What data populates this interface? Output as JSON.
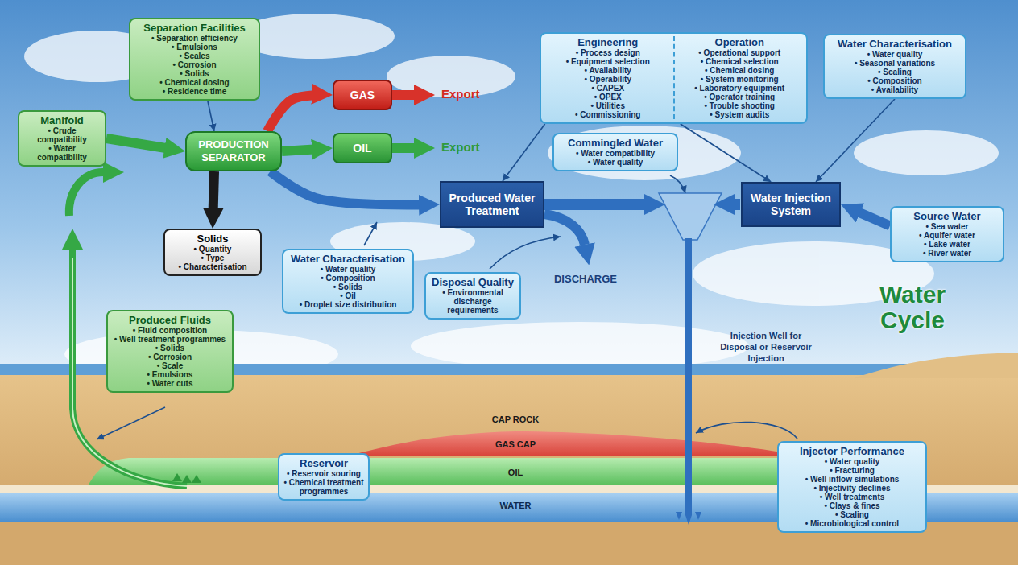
{
  "diagram": {
    "title": "Water Cycle",
    "nodes": [
      {
        "text": [
          "Separation Facilities",
          "• Separation efficiency",
          "• Emulsions",
          "• Scales",
          "• Corrosion",
          "• Solids",
          "• Chemical dosing",
          "• Residence time"
        ]
      },
      {
        "text": [
          "Engineering",
          "• Process design",
          "• Equipment selection",
          "• Availability",
          "• Operability",
          "• CAPEX",
          "• OPEX",
          "• Utilities",
          "• Commissioning",
          "Operation",
          "• Operational support",
          "• Chemical selection",
          "• Chemical dosing",
          "• System monitoring",
          "• Laboratory equipment",
          "• Operator training",
          "• Trouble shooting",
          "• System audits"
        ]
      },
      {
        "text": [
          "Water Characterisation",
          "• Water quality",
          "• Seasonal variations",
          "• Scaling",
          "• Composition",
          "• Availability"
        ]
      },
      {
        "text": [
          "Manifold",
          "• Crude compatibility",
          "• Water compatibility"
        ]
      },
      {
        "text": [
          "PRODUCTION SEPARATOR"
        ]
      },
      {
        "text": [
          "GAS"
        ]
      },
      {
        "text": [
          "OIL"
        ]
      },
      {
        "text": [
          "Commingled Water",
          "• Water compatibility",
          "• Water quality"
        ]
      },
      {
        "text": [
          "Produced Water Treatment"
        ]
      },
      {
        "text": [
          "Water Injection System"
        ]
      },
      {
        "text": [
          "Source Water",
          "• Sea water",
          "• Aquifer water",
          "• Lake water",
          "• River water"
        ]
      },
      {
        "text": [
          "Solids",
          "• Quantity",
          "• Type",
          "• Characterisation"
        ]
      },
      {
        "text": [
          "Water Characterisation",
          "• Water quality",
          "• Composition",
          "• Solids",
          "• Oil",
          "• Droplet size distribution"
        ]
      },
      {
        "text": [
          "Disposal Quality",
          "• Environmental discharge requirements"
        ]
      },
      {
        "text": [
          "Produced Fluids",
          "• Fluid composition",
          "• Well treatment programmes",
          "• Solids",
          "• Corrosion",
          "• Scale",
          "• Emulsions",
          "• Water cuts"
        ]
      },
      {
        "text": [
          "Reservoir",
          "• Reservoir souring",
          "• Chemical treatment programmes"
        ]
      },
      {
        "text": [
          "Injector Performance",
          "• Water quality",
          "• Fracturing",
          "• Well inflow simulations",
          "• Injectivity declines",
          "• Well treatments",
          "• Clays & fines",
          "• Scaling",
          "• Microbiological control"
        ]
      }
    ],
    "edges": [
      {
        "from": 3,
        "to": 4,
        "arrow": "to"
      },
      {
        "from": 0,
        "to": 4,
        "arrow": "to"
      },
      {
        "from": 4,
        "to": 5,
        "arrow": "to"
      },
      {
        "from": 4,
        "to": 6,
        "arrow": "to"
      },
      {
        "from": 4,
        "to": 8,
        "arrow": "to"
      },
      {
        "from": 4,
        "to": 11,
        "arrow": "to"
      },
      {
        "from": 1,
        "to": 8,
        "arrow": "to"
      },
      {
        "from": 1,
        "to": 9,
        "arrow": "to"
      },
      {
        "from": 2,
        "to": 9,
        "arrow": "to"
      },
      {
        "from": 10,
        "to": 9,
        "arrow": "to"
      }
    ],
    "labels": [
      "Export",
      "Export",
      "DISCHARGE",
      "Injection Well for Disposal or Reservoir Injection",
      "CAP ROCK",
      "GAS CAP",
      "OIL",
      "WATER"
    ]
  }
}
